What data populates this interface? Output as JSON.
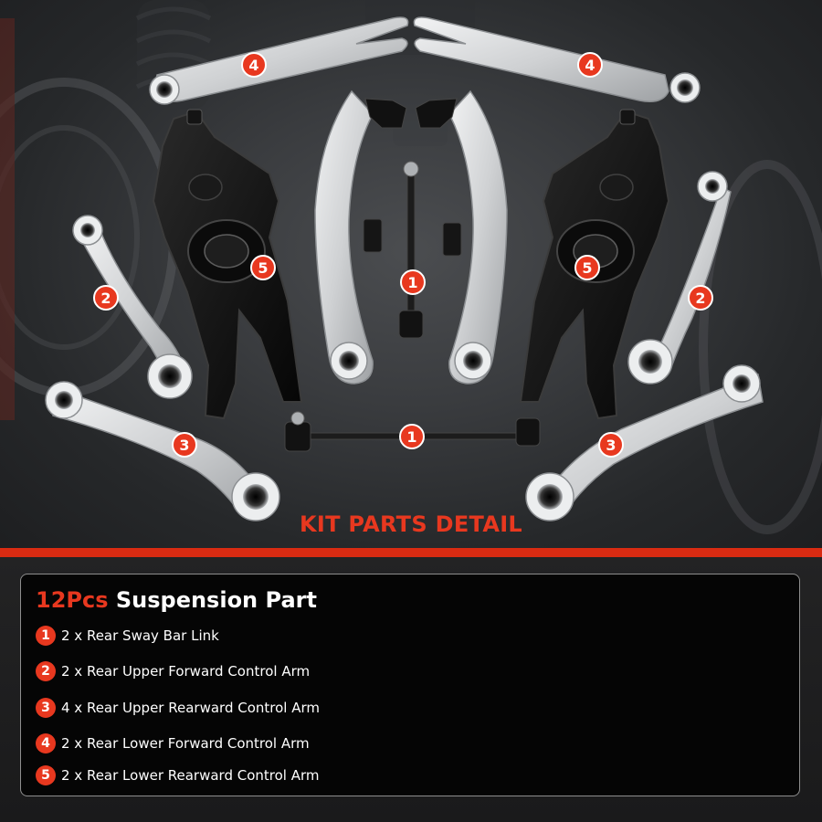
{
  "banner": {
    "title": "KIT PARTS DETAIL"
  },
  "callouts": {
    "sway_bar_link": "1",
    "upper_forward_arm": "2",
    "upper_rearward_arm": "3",
    "lower_forward_arm": "4",
    "lower_rearward_arm": "5"
  },
  "panel": {
    "heading_count": "12Pcs",
    "heading_text": "Suspension Part",
    "items": [
      {
        "number": "1",
        "label": "2 x Rear Sway Bar Link"
      },
      {
        "number": "2",
        "label": "2 x Rear Upper Forward Control Arm"
      },
      {
        "number": "3",
        "label": "4 x Rear Upper Rearward Control Arm"
      },
      {
        "number": "4",
        "label": "2 x Rear Lower Forward Control Arm"
      },
      {
        "number": "5",
        "label": "2 x Rear Lower Rearward Control Arm"
      }
    ]
  },
  "colors": {
    "accent_red": "#e8381f",
    "band_red": "#d92b12",
    "panel_background": "#050505",
    "panel_border": "#8e8e8e",
    "arm_silver": "#d4d6d8",
    "arm_black": "#101010"
  }
}
